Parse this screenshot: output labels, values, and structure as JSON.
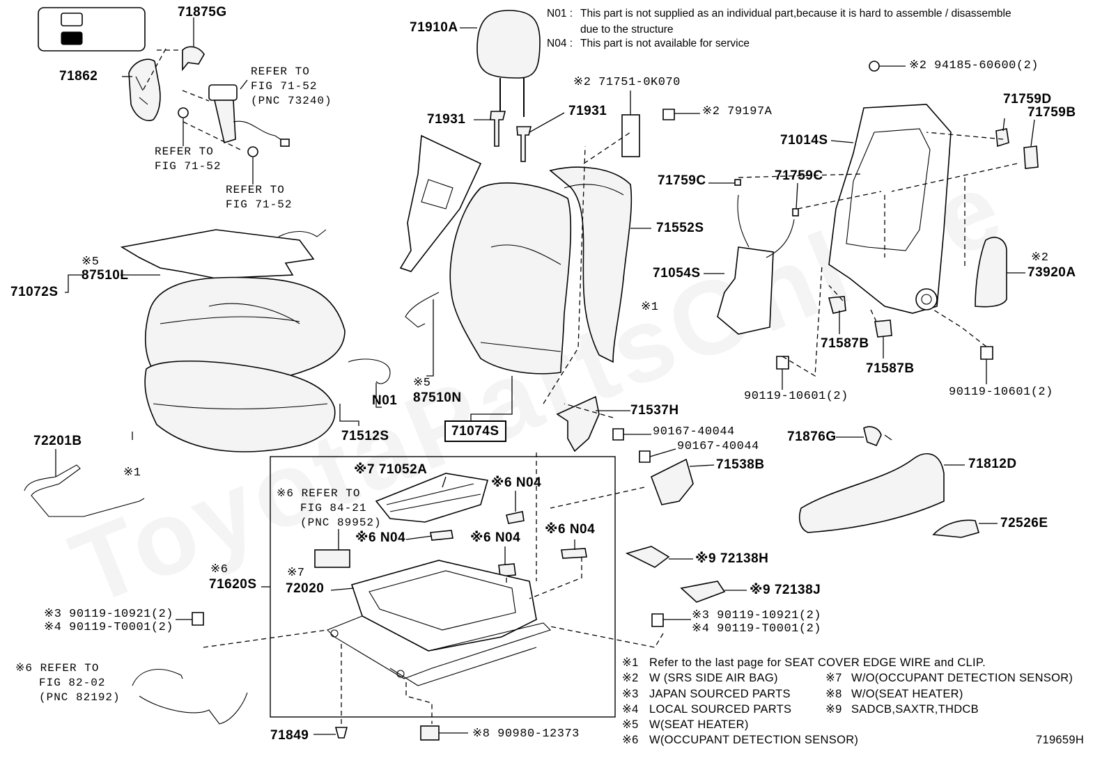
{
  "notes": {
    "n01_code": "N01 :",
    "n01_text": "This part is not supplied as an individual part,because it is hard to assemble / disassemble",
    "n01_text2": "due to the structure",
    "n04_code": "N04 :",
    "n04_text": "This part is not available for service"
  },
  "watermark": "ToyotaPartsOnline",
  "figure_id": "719659H",
  "labels": {
    "p71875G": "71875G",
    "p71862": "71862",
    "refer_fig7152_a1": "REFER TO",
    "refer_fig7152_a2": "FIG 71-52",
    "refer_fig7152_a3": "(PNC 73240)",
    "refer_fig7152_b1": "REFER TO",
    "refer_fig7152_b2": "FIG 71-52",
    "refer_fig7152_c1": "REFER TO",
    "refer_fig7152_c2": "FIG 71-52",
    "p71910A": "71910A",
    "p71931a": "71931",
    "p71931b": "71931",
    "p71751": "※2 71751-0K070",
    "p79197A": "※2 79197A",
    "p94185": "※2 94185-60600(2)",
    "p71759D": "71759D",
    "p71759B": "71759B",
    "p71014S": "71014S",
    "p71759Ca": "71759C",
    "p71759Cb": "71759C",
    "p71552S": "71552S",
    "p71054S": "71054S",
    "p73920A_mark": "※2",
    "p73920A": "73920A",
    "x1_mark_a": "※1",
    "x5_mark_a": "※5",
    "p87510L": "87510L",
    "p71072S": "71072S",
    "x5_mark_b": "※5",
    "p87510N": "87510N",
    "pN01": "N01",
    "p71512S": "71512S",
    "p71074S": "71074S",
    "p71587Ba": "71587B",
    "p71587Bb": "71587B",
    "p90119_10601a": "90119-10601(2)",
    "p90119_10601b": "90119-10601(2)",
    "p71537H": "71537H",
    "p90167a": "90167-40044",
    "p90167b": "90167-40044",
    "p71538B": "71538B",
    "p72201B": "72201B",
    "x1_mark_b": "※1",
    "p71052A": "※7 71052A",
    "refer_fig8421_1": "※6 REFER TO",
    "refer_fig8421_2": "FIG 84-21",
    "refer_fig8421_3": "(PNC 89952)",
    "pN04a": "※6 N04",
    "pN04b": "※6 N04",
    "pN04c": "※6 N04",
    "pN04d": "※6 N04",
    "x6_mark_71620S": "※6",
    "p71620S": "71620S",
    "x7_mark_72020": "※7",
    "p72020": "72020",
    "p71876G": "71876G",
    "p71812D": "71812D",
    "p72526E": "72526E",
    "p72138H": "※9 72138H",
    "p72138J": "※9 72138J",
    "p90119_10921a": "※3 90119-10921(2)",
    "p90119_T0001a": "※4 90119-T0001(2)",
    "p90119_10921b": "※3 90119-10921(2)",
    "p90119_T0001b": "※4 90119-T0001(2)",
    "refer_fig8202_1": "※6 REFER TO",
    "refer_fig8202_2": "FIG 82-02",
    "refer_fig8202_3": "(PNC 82192)",
    "p71849": "71849",
    "p90980": "※8 90980-12373"
  },
  "legend": [
    {
      "mark": "※1",
      "text": "Refer to the last page for SEAT COVER EDGE WIRE and CLIP."
    },
    {
      "mark": "※2",
      "text": "W (SRS SIDE AIR BAG)"
    },
    {
      "mark": "※3",
      "text": "JAPAN SOURCED PARTS"
    },
    {
      "mark": "※4",
      "text": "LOCAL SOURCED PARTS"
    },
    {
      "mark": "※5",
      "text": "W(SEAT HEATER)"
    },
    {
      "mark": "※6",
      "text": "W(OCCUPANT DETECTION SENSOR)"
    },
    {
      "mark": "※7",
      "text": "W/O(OCCUPANT DETECTION SENSOR)"
    },
    {
      "mark": "※8",
      "text": "W/O(SEAT HEATER)"
    },
    {
      "mark": "※9",
      "text": "SADCB,SAXTR,THDCB"
    }
  ]
}
